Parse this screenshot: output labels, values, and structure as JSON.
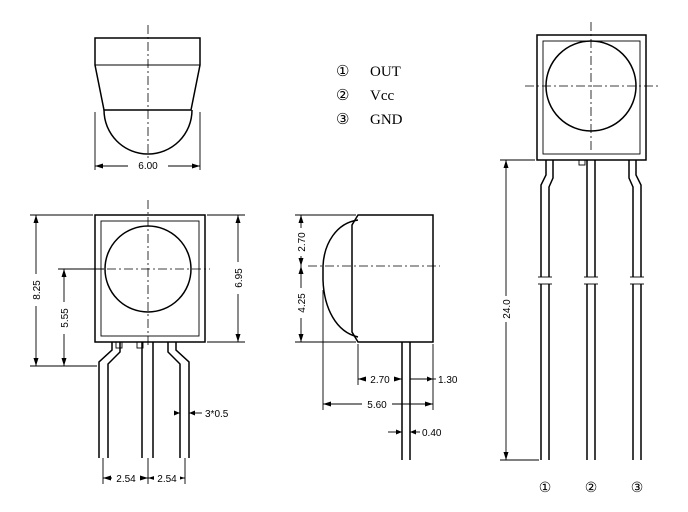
{
  "legend": [
    {
      "num": "①",
      "label": "OUT"
    },
    {
      "num": "②",
      "label": "Vcc"
    },
    {
      "num": "③",
      "label": "GND"
    }
  ],
  "dimensions": {
    "top_width": "6.00",
    "front_height_total": "8.25",
    "front_height_center": "5.55",
    "front_body_height": "6.95",
    "pin_width": "3*0.5",
    "pitch_left": "2.54",
    "pitch_right": "2.54",
    "side_upper": "2.70",
    "side_lower": "4.25",
    "side_lens_depth": "2.70",
    "side_body_depth": "1.30",
    "side_total_depth": "5.60",
    "side_pin_thickness": "0.40",
    "lead_length": "24.0"
  },
  "pin_labels": [
    "①",
    "②",
    "③"
  ]
}
